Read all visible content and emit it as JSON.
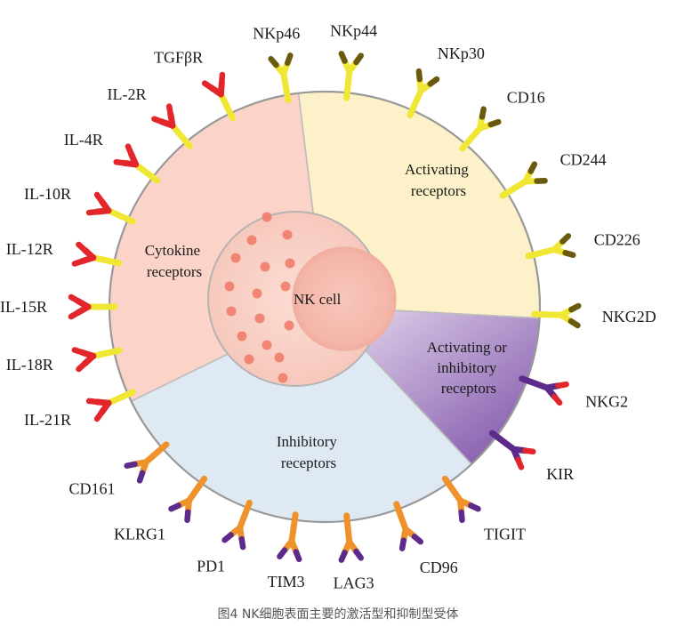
{
  "sectors": {
    "activating": [
      "Activating",
      "receptors"
    ],
    "cytokine": [
      "Cytokine",
      "receptors"
    ],
    "inhibitory": [
      "Inhibitory",
      "receptors"
    ],
    "act_inh": [
      "Activating or",
      "inhibitory",
      "receptors"
    ]
  },
  "center_label": "NK cell",
  "receptors": [
    {
      "label": "NKp46",
      "group": "activating",
      "angle": -100
    },
    {
      "label": "NKp44",
      "group": "activating",
      "angle": -84
    },
    {
      "label": "NKp30",
      "group": "activating",
      "angle": -66
    },
    {
      "label": "CD16",
      "group": "activating",
      "angle": -49
    },
    {
      "label": "CD244",
      "group": "activating",
      "angle": -32
    },
    {
      "label": "CD226",
      "group": "activating",
      "angle": -14
    },
    {
      "label": "NKG2D",
      "group": "activating",
      "angle": 2
    },
    {
      "label": "NKG2",
      "group": "act_inh",
      "angle": 20
    },
    {
      "label": "KIR",
      "group": "act_inh",
      "angle": 37
    },
    {
      "label": "TIGIT",
      "group": "inhibitory",
      "angle": 55
    },
    {
      "label": "CD96",
      "group": "inhibitory",
      "angle": 70
    },
    {
      "label": "LAG3",
      "group": "inhibitory",
      "angle": 84
    },
    {
      "label": "TIM3",
      "group": "inhibitory",
      "angle": 98
    },
    {
      "label": "PD1",
      "group": "inhibitory",
      "angle": 111
    },
    {
      "label": "KLRG1",
      "group": "inhibitory",
      "angle": 125
    },
    {
      "label": "CD161",
      "group": "inhibitory",
      "angle": 139
    },
    {
      "label": "IL-21R",
      "group": "cytokine",
      "angle": 156
    },
    {
      "label": "IL-18R",
      "group": "cytokine",
      "angle": 168
    },
    {
      "label": "IL-15R",
      "group": "cytokine",
      "angle": 180
    },
    {
      "label": "IL-12R",
      "group": "cytokine",
      "angle": 192
    },
    {
      "label": "IL-10R",
      "group": "cytokine",
      "angle": 204
    },
    {
      "label": "IL-4R",
      "group": "cytokine",
      "angle": 217
    },
    {
      "label": "IL-2R",
      "group": "cytokine",
      "angle": 230
    },
    {
      "label": "TGFβR",
      "group": "cytokine",
      "angle": 244
    }
  ],
  "caption": "图4 NK细胞表面主要的激活型和抑制型受体",
  "colors": {
    "activating_fill": "#fdf1c9",
    "cytokine_fill": "#fcd3c8",
    "inhibitory_fill": "#dfe9f3",
    "act_inh_fill": "#a98cc6",
    "yellow": "#f0e634",
    "orange": "#f0922c",
    "purple": "#5b2a8a",
    "red": "#e2262b"
  }
}
